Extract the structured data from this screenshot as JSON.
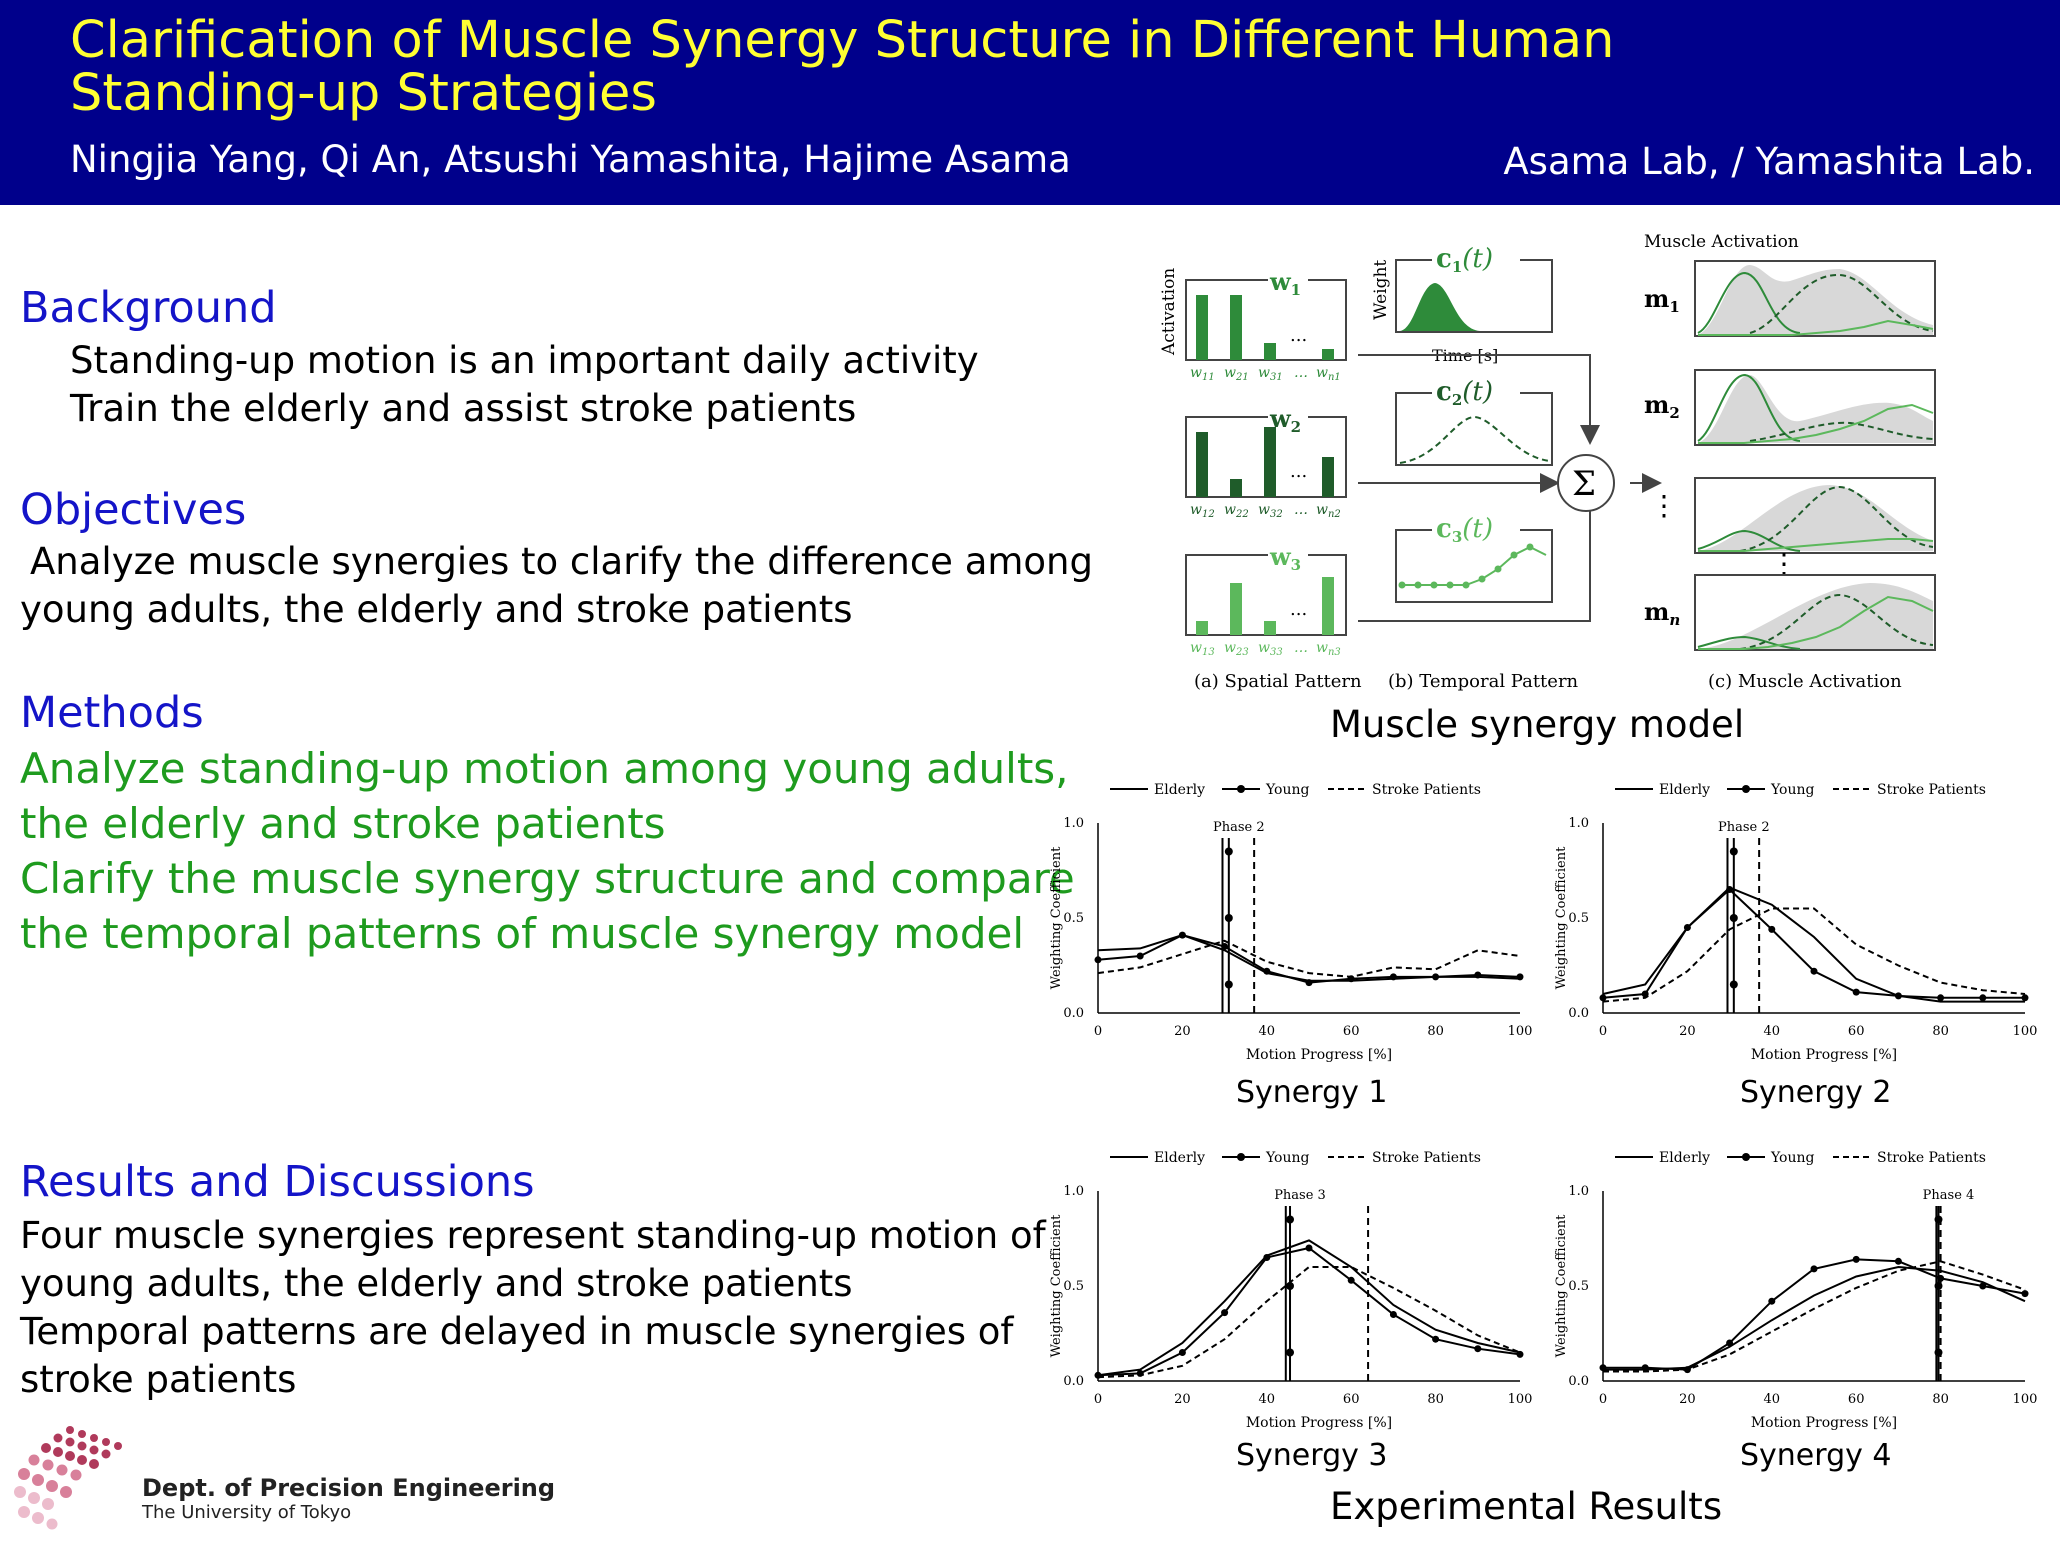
{
  "header": {
    "title_line1": "Clarification of Muscle Synergy Structure in Different Human",
    "title_line2": "Standing-up Strategies",
    "authors": "Ningjia Yang, Qi An, Atsushi Yamashita, Hajime Asama",
    "lab": "Asama Lab, / Yamashita Lab."
  },
  "colors": {
    "header_bg": "#00008b",
    "title": "#ffff33",
    "section_head": "#1414c8",
    "methods_text": "#1e9b1e",
    "synergy_green": "#2e8b3a"
  },
  "background": {
    "heading": "Background",
    "line1": "Standing-up motion is an important daily activity",
    "line2": "Train the elderly and assist stroke patients"
  },
  "objectives": {
    "heading": "Objectives",
    "line1": "Analyze muscle synergies to clarify the difference among",
    "line2": "young adults, the elderly and stroke patients"
  },
  "methods": {
    "heading": "Methods",
    "line1": "Analyze standing-up motion among young adults,",
    "line2": "the elderly and stroke patients",
    "line3": "Clarify the muscle synergy structure and compare",
    "line4": "the temporal patterns of muscle synergy model"
  },
  "results": {
    "heading": "Results and Discussions",
    "line1": "Four muscle synergies represent standing-up motion of",
    "line2": "young adults, the elderly and stroke patients",
    "line3": "Temporal patterns are delayed in muscle synergies of",
    "line4": "stroke patients"
  },
  "model_figure": {
    "caption": "Muscle synergy model",
    "activation_axis": "Activation",
    "weight_axis": "Weight",
    "time_axis": "Time [s]",
    "muscle_activation_title": "Muscle Activation",
    "sub_a": "(a) Spatial Pattern",
    "sub_b": "(b) Temporal Pattern",
    "sub_c": "(c) Muscle Activation",
    "w1": "w",
    "w1_sub": "1",
    "w2": "w",
    "w2_sub": "2",
    "w3": "w",
    "w3_sub": "3",
    "c1": "c",
    "c1_sub": "1",
    "c1_t": "(t)",
    "c2": "c",
    "c2_sub": "2",
    "c2_t": "(t)",
    "c3": "c",
    "c3_sub": "3",
    "c3_t": "(t)",
    "m1": "m",
    "m1_sub": "1",
    "m2": "m",
    "m2_sub": "2",
    "mn": "m",
    "mn_sub": "n",
    "ellipsis": "...",
    "ellipsis_dots": "⋮",
    "sigma": "Σ",
    "bar_labels_1": [
      "w",
      "w",
      "w",
      "…",
      "w"
    ],
    "bar_subs_1": [
      "11",
      "21",
      "31",
      "",
      "n1"
    ],
    "bar_subs_2": [
      "12",
      "22",
      "32",
      "",
      "n2"
    ],
    "bar_subs_3": [
      "13",
      "23",
      "33",
      "",
      "n3"
    ]
  },
  "results_caption": "Experimental Results",
  "chart_common": {
    "xlabel": "Motion Progress [%]",
    "ylabel": "Weighting Coefficient",
    "xticks": [
      "0",
      "20",
      "40",
      "60",
      "80",
      "100"
    ],
    "yticks": [
      "0.0",
      "0.5",
      "1.0"
    ],
    "legend_elderly": "Elderly",
    "legend_young": "Young",
    "legend_stroke": "Stroke Patients"
  },
  "chart_data": [
    {
      "type": "line",
      "title": "Synergy 1",
      "phase_label": "Phase 2",
      "xlim": [
        0,
        100
      ],
      "ylim": [
        0,
        1
      ],
      "phase_lines": {
        "elderly": 29.5,
        "young": 31,
        "stroke": 37
      },
      "x": [
        0,
        10,
        20,
        30,
        40,
        50,
        60,
        70,
        80,
        90,
        100
      ],
      "series": [
        {
          "name": "Elderly",
          "values": [
            0.33,
            0.34,
            0.41,
            0.33,
            0.21,
            0.17,
            0.17,
            0.18,
            0.19,
            0.19,
            0.18
          ]
        },
        {
          "name": "Young",
          "values": [
            0.28,
            0.3,
            0.41,
            0.35,
            0.22,
            0.16,
            0.18,
            0.19,
            0.19,
            0.2,
            0.19
          ]
        },
        {
          "name": "Stroke Patients",
          "values": [
            0.21,
            0.24,
            0.31,
            0.38,
            0.27,
            0.21,
            0.19,
            0.24,
            0.23,
            0.33,
            0.3
          ]
        }
      ]
    },
    {
      "type": "line",
      "title": "Synergy 2",
      "phase_label": "Phase 2",
      "xlim": [
        0,
        100
      ],
      "ylim": [
        0,
        1
      ],
      "phase_lines": {
        "elderly": 29.5,
        "young": 31,
        "stroke": 37
      },
      "x": [
        0,
        10,
        20,
        30,
        40,
        50,
        60,
        70,
        80,
        90,
        100
      ],
      "series": [
        {
          "name": "Elderly",
          "values": [
            0.1,
            0.15,
            0.45,
            0.66,
            0.57,
            0.4,
            0.18,
            0.09,
            0.06,
            0.06,
            0.06
          ]
        },
        {
          "name": "Young",
          "values": [
            0.08,
            0.1,
            0.45,
            0.65,
            0.44,
            0.22,
            0.11,
            0.09,
            0.08,
            0.08,
            0.08
          ]
        },
        {
          "name": "Stroke Patients",
          "values": [
            0.06,
            0.08,
            0.22,
            0.44,
            0.55,
            0.55,
            0.36,
            0.25,
            0.16,
            0.12,
            0.1
          ]
        }
      ]
    },
    {
      "type": "line",
      "title": "Synergy 3",
      "phase_label": "Phase 3",
      "xlim": [
        0,
        100
      ],
      "ylim": [
        0,
        1
      ],
      "phase_lines": {
        "elderly": 44.5,
        "young": 45.5,
        "stroke": 64
      },
      "x": [
        0,
        10,
        20,
        30,
        40,
        50,
        60,
        70,
        80,
        90,
        100
      ],
      "series": [
        {
          "name": "Elderly",
          "values": [
            0.03,
            0.06,
            0.2,
            0.42,
            0.66,
            0.74,
            0.6,
            0.4,
            0.27,
            0.2,
            0.15
          ]
        },
        {
          "name": "Young",
          "values": [
            0.03,
            0.04,
            0.15,
            0.36,
            0.65,
            0.7,
            0.53,
            0.35,
            0.22,
            0.17,
            0.14
          ]
        },
        {
          "name": "Stroke Patients",
          "values": [
            0.02,
            0.03,
            0.08,
            0.22,
            0.42,
            0.6,
            0.6,
            0.49,
            0.37,
            0.24,
            0.15
          ]
        }
      ]
    },
    {
      "type": "line",
      "title": "Synergy 4",
      "phase_label": "Phase 4",
      "xlim": [
        0,
        100
      ],
      "ylim": [
        0,
        1
      ],
      "phase_lines": {
        "elderly": 79,
        "young": 79.5,
        "stroke": 80
      },
      "x": [
        0,
        10,
        20,
        30,
        40,
        50,
        60,
        70,
        80,
        90,
        100
      ],
      "series": [
        {
          "name": "Elderly",
          "values": [
            0.06,
            0.06,
            0.07,
            0.18,
            0.32,
            0.45,
            0.55,
            0.6,
            0.58,
            0.52,
            0.42
          ]
        },
        {
          "name": "Young",
          "values": [
            0.07,
            0.07,
            0.06,
            0.2,
            0.42,
            0.59,
            0.64,
            0.63,
            0.54,
            0.5,
            0.46
          ]
        },
        {
          "name": "Stroke Patients",
          "values": [
            0.05,
            0.05,
            0.06,
            0.14,
            0.26,
            0.38,
            0.49,
            0.58,
            0.63,
            0.56,
            0.48
          ]
        }
      ]
    }
  ],
  "logo": {
    "line1": "Dept. of Precision Engineering",
    "line2": "The University of Tokyo"
  }
}
